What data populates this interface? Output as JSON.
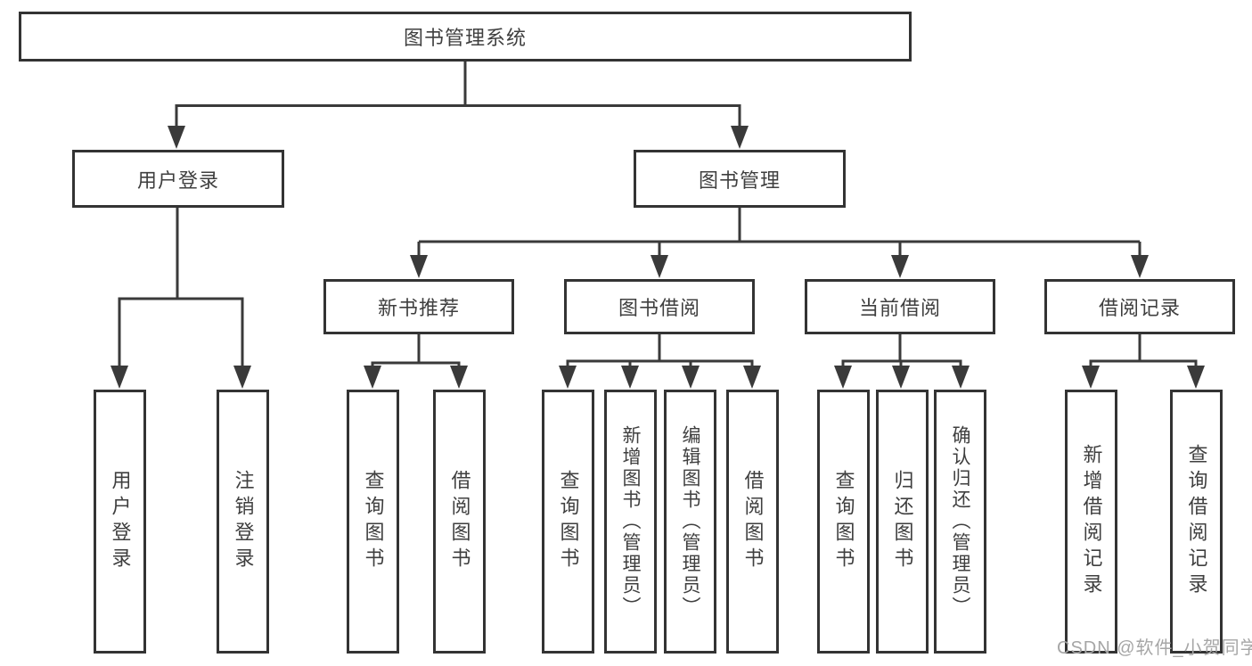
{
  "tree": {
    "root": "图书管理系统",
    "branches": [
      {
        "label": "用户登录",
        "children": [
          "用户登录",
          "注销登录"
        ]
      },
      {
        "label": "图书管理",
        "children": [
          {
            "label": "新书推荐",
            "children": [
              "查询图书",
              "借阅图书"
            ]
          },
          {
            "label": "图书借阅",
            "children": [
              "查询图书",
              "新增图书（管理员）",
              "编辑图书（管理员）",
              "借阅图书"
            ]
          },
          {
            "label": "当前借阅",
            "children": [
              "查询图书",
              "归还图书",
              "确认归还（管理员）"
            ]
          },
          {
            "label": "借阅记录",
            "children": [
              "新增借阅记录",
              "查询借阅记录"
            ]
          }
        ]
      }
    ]
  },
  "watermark": {
    "text": "CSDN @软件_小贺同学"
  },
  "colors": {
    "line": "#3a3a3a",
    "box_border": "#333333",
    "text": "#3f3f3f",
    "watermark_text": "#a6a6a6",
    "background": "#ffffff"
  }
}
